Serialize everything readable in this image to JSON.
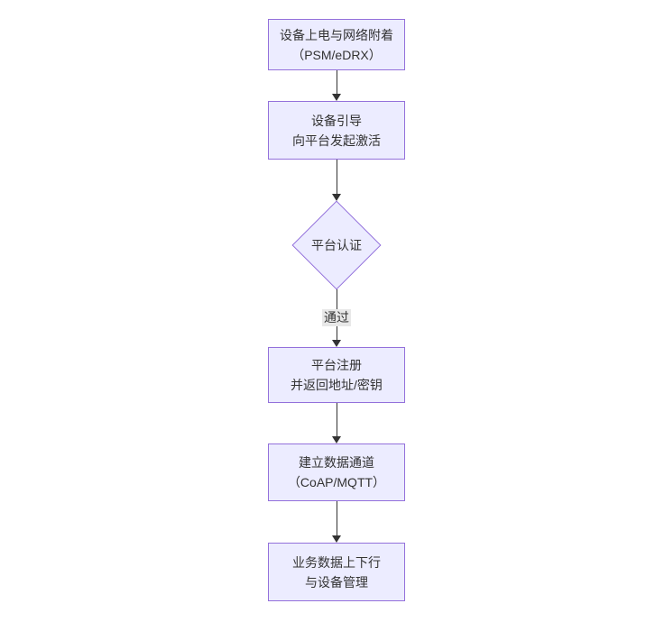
{
  "diagram": {
    "type": "flowchart-vertical",
    "nodes": [
      {
        "id": "power-attach",
        "shape": "rect",
        "line1": "设备上电与网络附着",
        "line2": "（PSM/eDRX）"
      },
      {
        "id": "bootstrap",
        "shape": "rect",
        "line1": "设备引导",
        "line2": "向平台发起激活"
      },
      {
        "id": "platform-auth",
        "shape": "diamond",
        "line1": "平台认证",
        "line2": ""
      },
      {
        "id": "register",
        "shape": "rect",
        "line1": "平台注册",
        "line2": "并返回地址/密钥"
      },
      {
        "id": "data-channel",
        "shape": "rect",
        "line1": "建立数据通道",
        "line2": "（CoAP/MQTT）"
      },
      {
        "id": "business",
        "shape": "rect",
        "line1": "业务数据上下行",
        "line2": "与设备管理"
      }
    ],
    "edges": [
      {
        "from": "power-attach",
        "to": "bootstrap",
        "label": ""
      },
      {
        "from": "bootstrap",
        "to": "platform-auth",
        "label": ""
      },
      {
        "from": "platform-auth",
        "to": "register",
        "label": "通过"
      },
      {
        "from": "register",
        "to": "data-channel",
        "label": ""
      },
      {
        "from": "data-channel",
        "to": "business",
        "label": ""
      }
    ],
    "edge_labels": [
      {
        "label": "通过"
      }
    ],
    "colors": {
      "node_fill": "#ECECFF",
      "node_border": "#9370DB",
      "edge": "#333333",
      "edge_label_bg": "#e8e8e8",
      "text": "#333333",
      "background": "#ffffff"
    }
  }
}
